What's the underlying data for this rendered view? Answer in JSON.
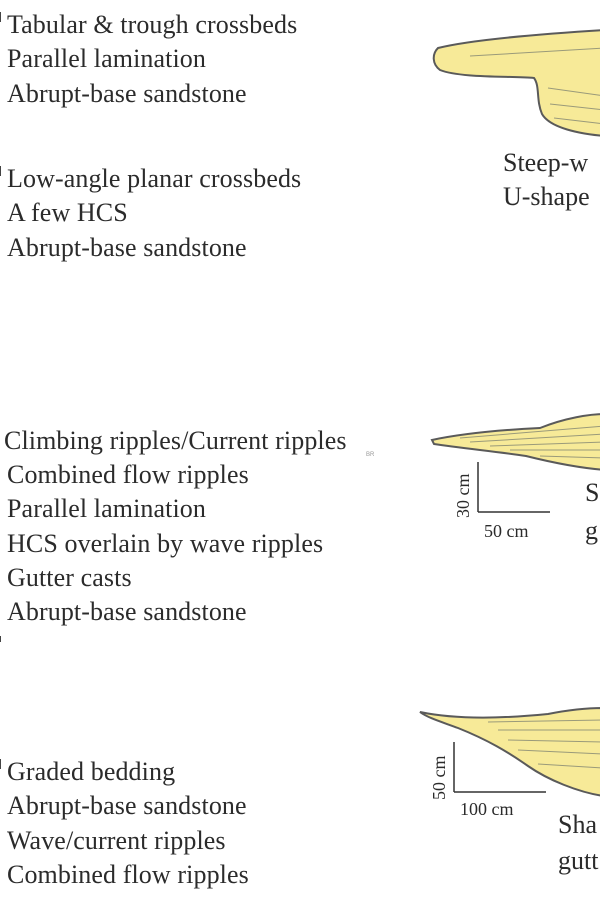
{
  "groups": [
    {
      "features": [
        "Tabular & trough crossbeds",
        "Parallel lamination",
        "Abrupt-base sandstone"
      ],
      "caption": [
        "Steep-w",
        "U-shape"
      ]
    },
    {
      "features": [
        "Low-angle planar crossbeds",
        "A few HCS",
        "Abrupt-base sandstone"
      ]
    },
    {
      "features": [
        "Climbing ripples/Current ripples",
        "Combined flow ripples",
        "Parallel lamination",
        "HCS overlain by wave ripples",
        "Gutter casts",
        "Abrupt-base sandstone"
      ],
      "caption": [
        "S",
        "g"
      ],
      "scale": {
        "vertical": "30 cm",
        "horizontal": "50 cm"
      },
      "mark": "BR"
    },
    {
      "features": [
        "Graded bedding",
        "Abrupt-base sandstone",
        "Wave/current ripples",
        "Combined flow ripples"
      ],
      "caption": [
        "Sha",
        "gutt"
      ],
      "scale": {
        "vertical": "50 cm",
        "horizontal": "100 cm"
      }
    }
  ],
  "colors": {
    "sandstone_fill": "#f7ea98",
    "outline": "#5a5a5a",
    "lamina": "#9a9a7a",
    "text": "#2b2b2b"
  }
}
